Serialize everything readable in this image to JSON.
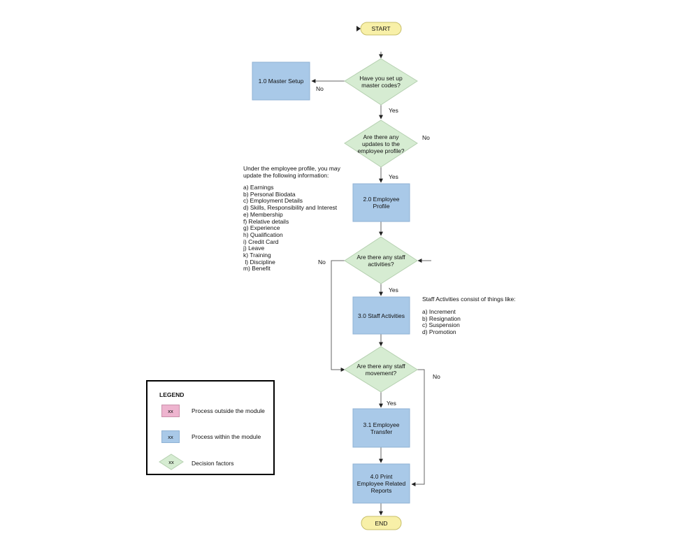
{
  "colors": {
    "process_within": "#a9c9e8",
    "process_outside": "#eeb4cf",
    "decision": "#d6ecd2",
    "terminator": "#f8f0a8",
    "line": "#666666"
  },
  "nodes": {
    "start": "START",
    "end": "END",
    "master_setup": "1.0 Master Setup",
    "employee_profile_l1": "2.0 Employee",
    "employee_profile_l2": "Profile",
    "staff_activities": "3.0 Staff Activities",
    "employee_transfer_l1": "3.1 Employee",
    "employee_transfer_l2": "Transfer",
    "print_reports_l1": "4.0 Print",
    "print_reports_l2": "Employee Related",
    "print_reports_l3": "Reports"
  },
  "decisions": {
    "master_codes_l1": "Have you set up",
    "master_codes_l2": "master codes?",
    "profile_updates_l1": "Are there any",
    "profile_updates_l2": "updates to the",
    "profile_updates_l3": "employee profile?",
    "staff_activities_l1": "Are there any staff",
    "staff_activities_l2": "activities?",
    "staff_movement_l1": "Are there any staff",
    "staff_movement_l2": "movement?"
  },
  "edge_labels": {
    "no": "No",
    "yes": "Yes"
  },
  "profile_note": {
    "line1": "Under the employee profile, you may",
    "line2": "update the following information:",
    "items": [
      "a) Earnings",
      "b) Personal Biodata",
      "c) Employment Details",
      "d) Skills, Responsibility and Interest",
      "e) Membership",
      "f) Relative details",
      "g) Experience",
      "h) Qualification",
      "i) Credit Card",
      "j) Leave",
      "k) Training",
      " l) Discipline",
      "m) Benefit"
    ]
  },
  "activities_note": {
    "title": "Staff Activities consist of things like:",
    "items": [
      "a) Increment",
      "b) Resignation",
      "c) Suspension",
      "d) Promotion"
    ]
  },
  "legend": {
    "title": "LEGEND",
    "swatch_text": "xx",
    "outside": "Process outside the module",
    "within": "Process within the module",
    "decision": "Decision factors"
  }
}
